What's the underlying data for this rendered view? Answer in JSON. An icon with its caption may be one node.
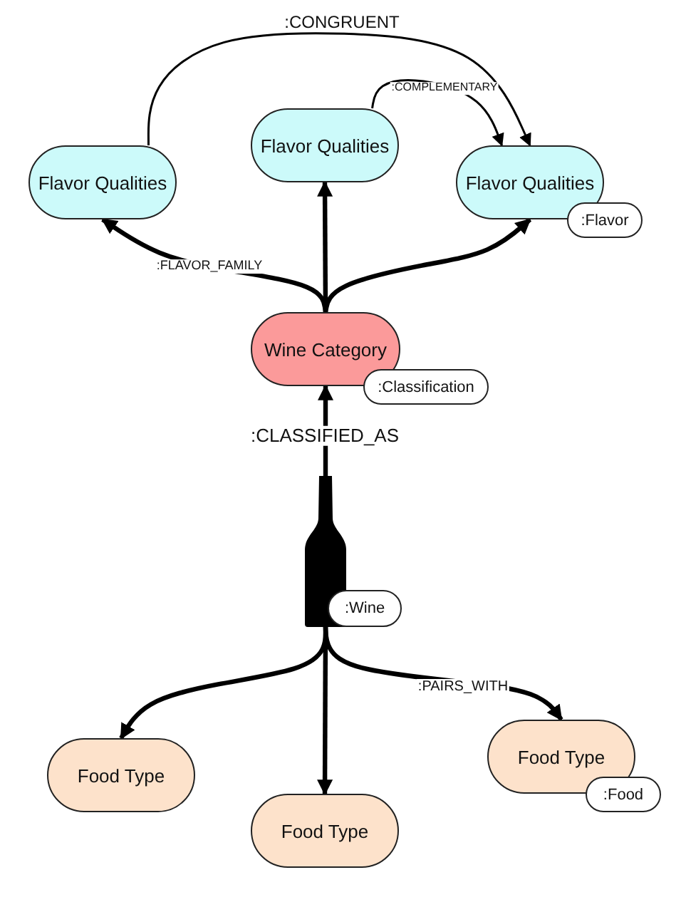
{
  "diagram": {
    "nodes": [
      {
        "text": [
          "Flavor Qualities"
        ]
      },
      {
        "text": [
          "Flavor Qualities"
        ]
      },
      {
        "text": [
          "Flavor Qualities"
        ],
        "beside": [
          ":Flavor"
        ]
      },
      {
        "text": [
          "Wine Category"
        ],
        "beside": [
          ":Classification"
        ]
      },
      {
        "text": [],
        "shape": "bottle",
        "beside": [
          ":Wine"
        ]
      },
      {
        "text": [
          "Food Type"
        ]
      },
      {
        "text": [
          "Food Type"
        ]
      },
      {
        "text": [
          "Food Type"
        ],
        "beside": [
          ":Food"
        ]
      }
    ],
    "edges": [
      {
        "from": 3,
        "to": 0,
        "arrow": "to",
        "label": ":FLAVOR_FAMILY"
      },
      {
        "from": 3,
        "to": 1,
        "arrow": "to"
      },
      {
        "from": 3,
        "to": 2,
        "arrow": "to"
      },
      {
        "from": 0,
        "to": 2,
        "arrow": "to",
        "label": ":CONGRUENT"
      },
      {
        "from": 1,
        "to": 2,
        "arrow": "to",
        "label": ":COMPLEMENTARY"
      },
      {
        "from": 4,
        "to": 3,
        "arrow": "to",
        "label": ":CLASSIFIED_AS"
      },
      {
        "from": 4,
        "to": 5,
        "arrow": "to"
      },
      {
        "from": 4,
        "to": 6,
        "arrow": "to"
      },
      {
        "from": 4,
        "to": 7,
        "arrow": "to",
        "label": ":PAIRS_WITH"
      }
    ]
  }
}
